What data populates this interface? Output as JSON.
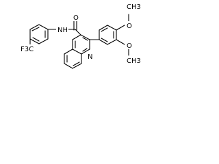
{
  "diagram": {
    "type": "chemical-structure",
    "colors": {
      "bond": "#000000",
      "label": "#000000",
      "background": "#ffffff"
    },
    "labels": {
      "methoxy_top": "O",
      "methoxy_top_methyl": "CH3",
      "methoxy_bottom": "O",
      "methoxy_bottom_methyl": "CH3",
      "carbonyl_oxygen": "O",
      "amide_nh": "NH",
      "quinoline_nitrogen": "N",
      "trifluoromethyl": "F3C"
    }
  }
}
